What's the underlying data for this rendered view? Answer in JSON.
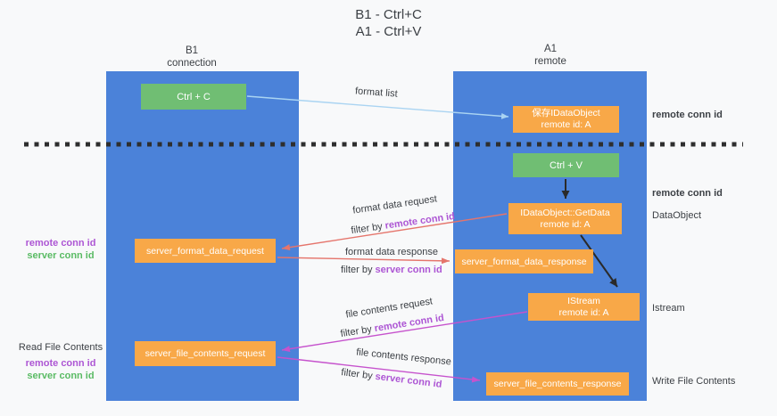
{
  "title": {
    "line1": "B1 - Ctrl+C",
    "line2": "A1 - Ctrl+V"
  },
  "columns": {
    "left": {
      "name": "B1",
      "role": "connection"
    },
    "right": {
      "name": "A1",
      "role": "remote"
    }
  },
  "boxes": {
    "ctrl_c": "Ctrl + C",
    "server_format_data_request": "server_format_data_request",
    "server_file_contents_request": "server_file_contents_request",
    "saved_dataobject": {
      "title": "保存IDataObject",
      "subtitle": "remote id: A"
    },
    "ctrl_v": "Ctrl + V",
    "idataobject_getdata": {
      "title": "IDataObject::GetData",
      "subtitle": "remote id: A"
    },
    "server_format_data_response": "server_format_data_response",
    "istream": {
      "title": "IStream",
      "subtitle": "remote id: A"
    },
    "server_file_contents_response": "server_file_contents_response"
  },
  "arrow_labels": {
    "format_list": "format list",
    "format_data_request": "format data request",
    "format_data_response": "format data response",
    "file_contents_request": "file contents request",
    "file_contents_response": "file contents response",
    "filter_by": "filter by ",
    "remote_conn_id": "remote conn id",
    "server_conn_id": "server conn id"
  },
  "side_labels": {
    "left_upper": {
      "remote": "remote conn id",
      "server": "server conn id"
    },
    "left_lower": {
      "title": "Read File Contents",
      "remote": "remote conn id",
      "server": "server conn id"
    },
    "right": {
      "remote_1": "remote conn id",
      "remote_2": "remote conn id",
      "dataobject": "DataObject",
      "istream": "Istream",
      "write_file_contents": "Write File Contents"
    }
  },
  "colors": {
    "panel_blue": "#4b82d9",
    "box_orange": "#f8a848",
    "box_green": "#70be73",
    "arrow_blue": "#aad4f2",
    "arrow_salmon": "#e5756c",
    "arrow_magenta": "#c653cd",
    "arrow_black": "#2a2a2a",
    "label_purple": "#ad56d4",
    "label_green": "#5abb64"
  }
}
